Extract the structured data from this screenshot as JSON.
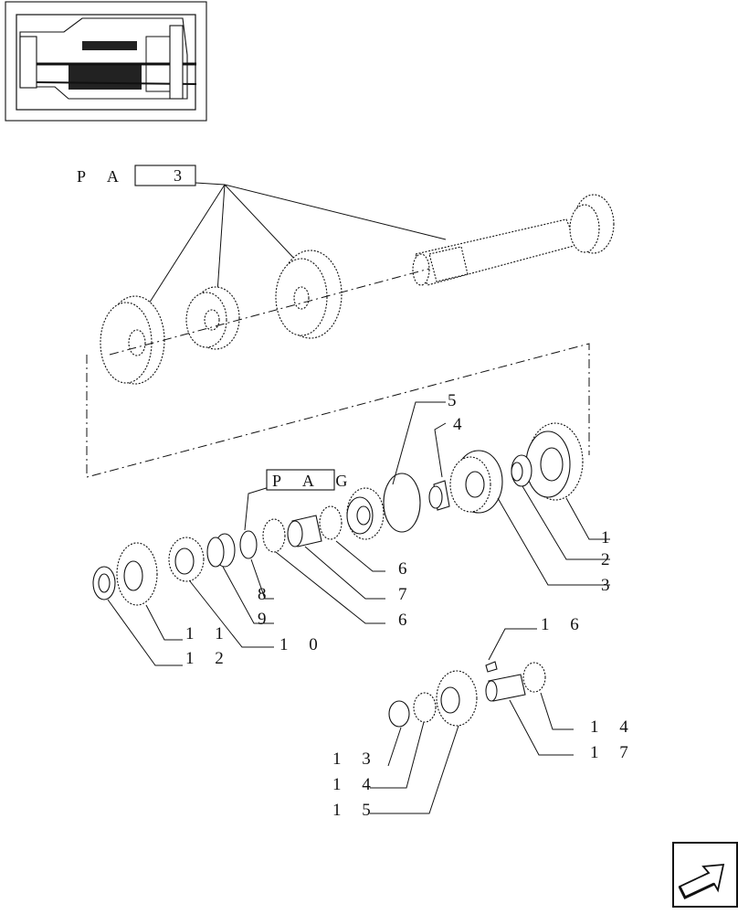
{
  "refs": {
    "pag_top": "P A G",
    "pag_top_num": "3",
    "pag_mid": "P A G"
  },
  "callouts": {
    "c1": "1",
    "c2": "2",
    "c3": "3",
    "c4": "4",
    "c5": "5",
    "c6a": "6",
    "c6b": "6",
    "c7": "7",
    "c8": "8",
    "c9": "9",
    "c10": "1 0",
    "c11": "1 1",
    "c12": "1 2",
    "c13": "1 3",
    "c14a": "1 4",
    "c14b": "1 4",
    "c15": "1 5",
    "c16": "1 6",
    "c17": "1 7"
  },
  "icons": {
    "thumbnail": "transmission-overview-icon",
    "nav": "next-page-arrow-icon"
  }
}
